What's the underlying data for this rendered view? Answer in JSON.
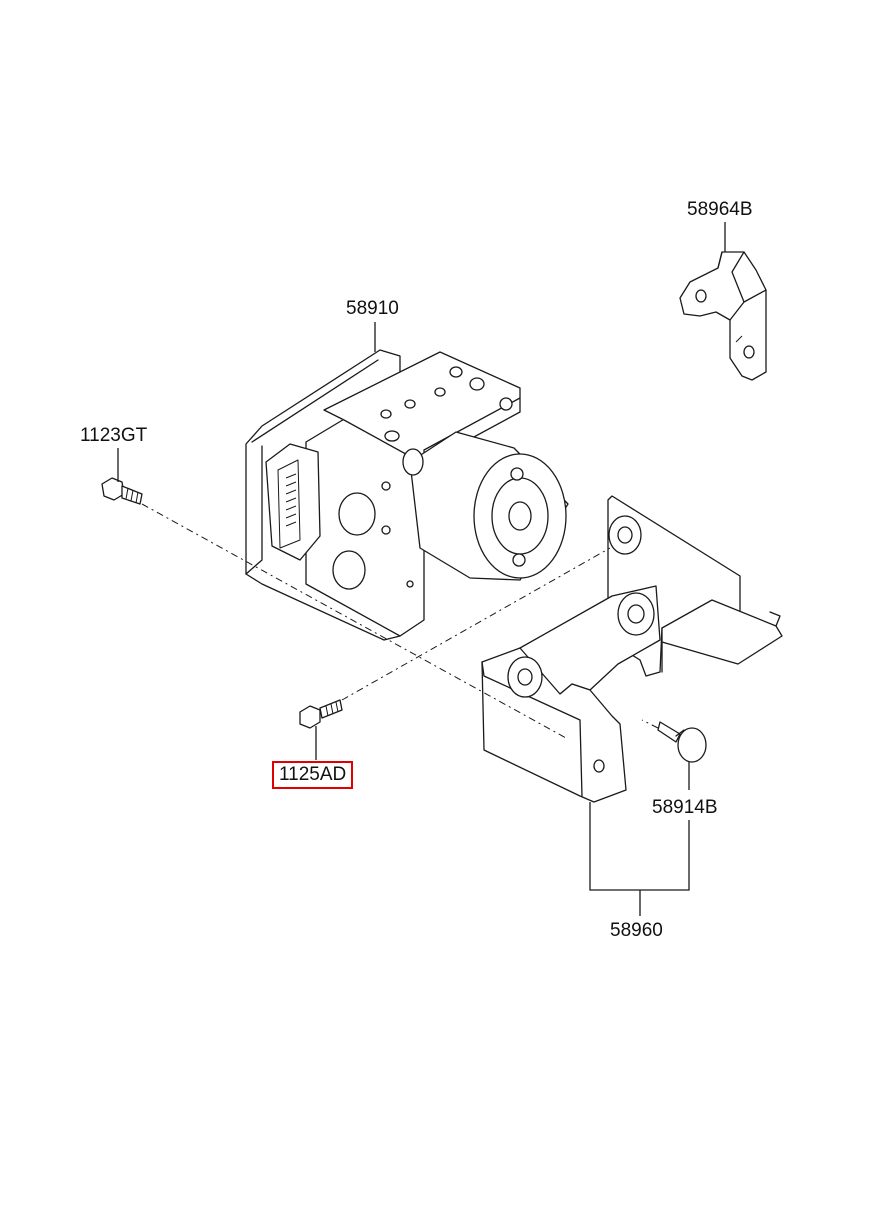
{
  "parts": {
    "hydraulic_unit": "58910",
    "bracket_small": "58964B",
    "bolt_left": "1123GT",
    "bolt_center": "1125AD",
    "bushing_pin": "58914B",
    "bracket_assembly": "58960"
  },
  "highlight": {
    "part": "1125AD",
    "color": "#e00000"
  }
}
